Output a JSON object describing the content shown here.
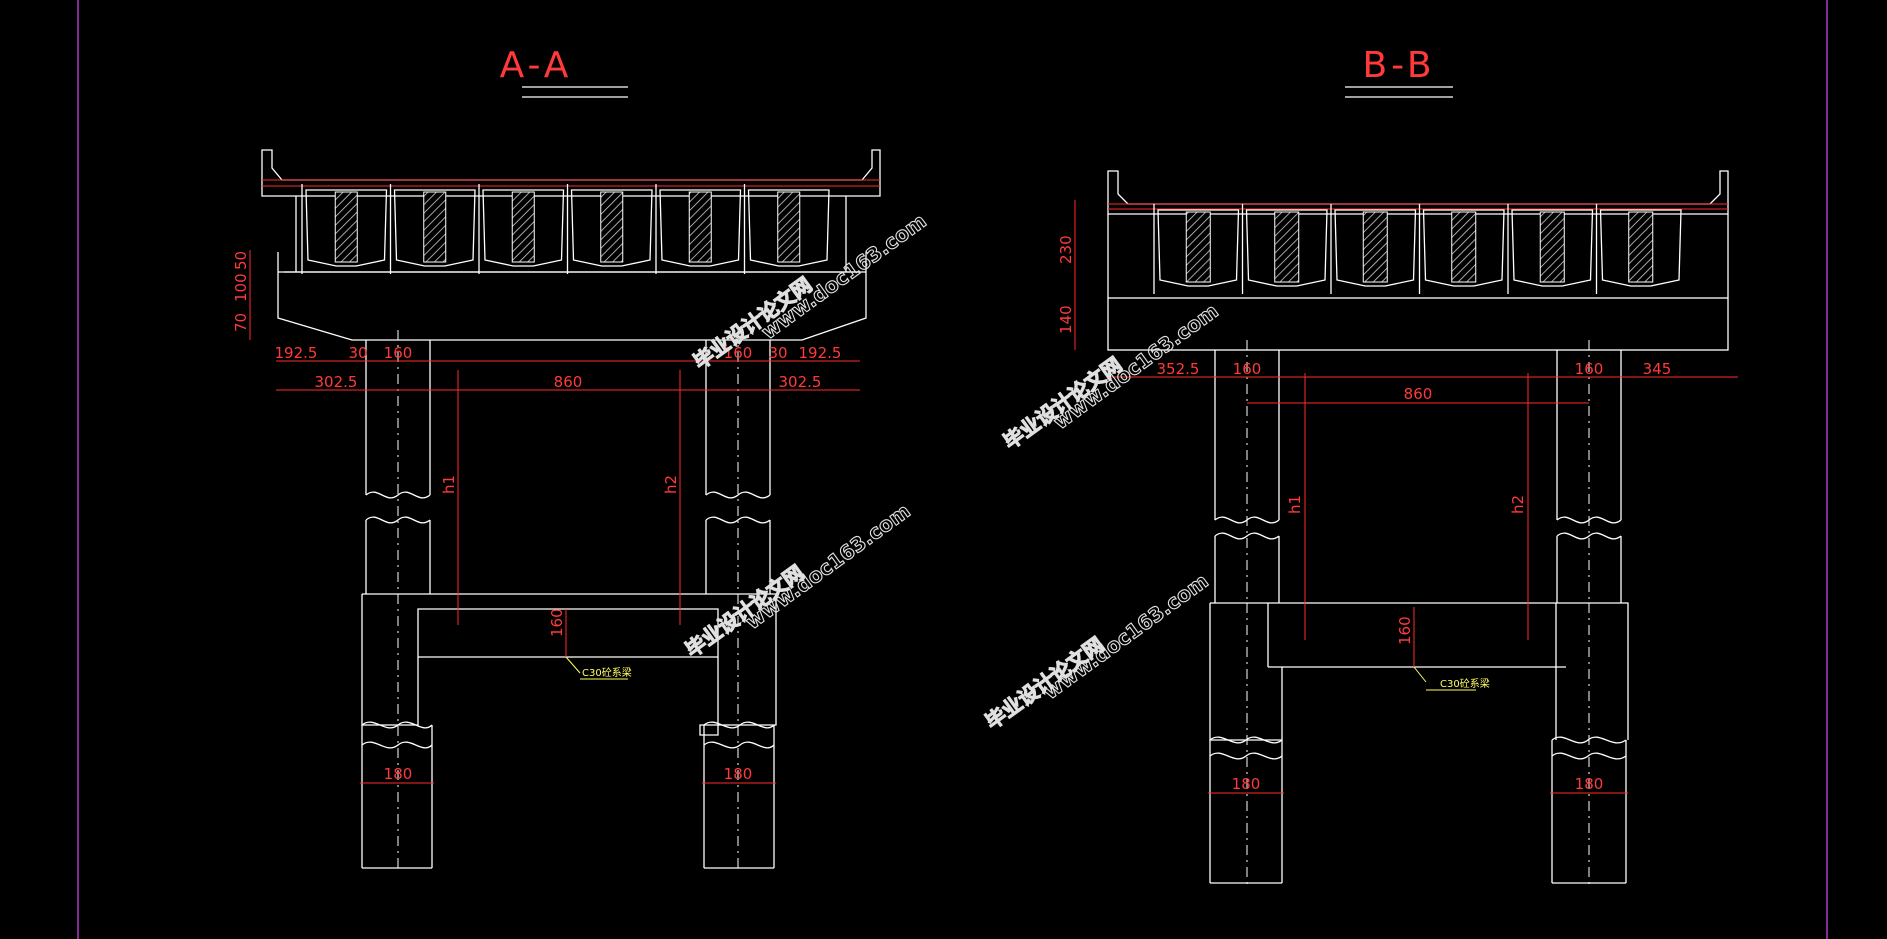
{
  "sections": {
    "aa": {
      "title": "A-A",
      "dims": {
        "top_left": "192.5",
        "gap_left": "30",
        "col_left": "160",
        "col_right": "160",
        "gap_right": "30",
        "top_right": "192.5",
        "bottom_left": "302.5",
        "span": "860",
        "bottom_right": "302.5",
        "h1": "h1",
        "h2": "h2",
        "beam_depth": "160",
        "pile_left": "180",
        "pile_right": "180",
        "v_50": "50",
        "v_100": "100",
        "v_70": "70"
      },
      "note": "C30砼系梁"
    },
    "bb": {
      "title": "B-B",
      "dims": {
        "left": "352.5",
        "col_left": "160",
        "col_right": "160",
        "right": "345",
        "span": "860",
        "h1": "h1",
        "h2": "h2",
        "beam_depth": "160",
        "pile_left": "180",
        "pile_right": "180",
        "v_230": "230",
        "v_140": "140"
      },
      "note": "C30砼系梁"
    }
  },
  "watermarks": {
    "site": "www.doc163.com",
    "name": "毕业设计论文网"
  }
}
